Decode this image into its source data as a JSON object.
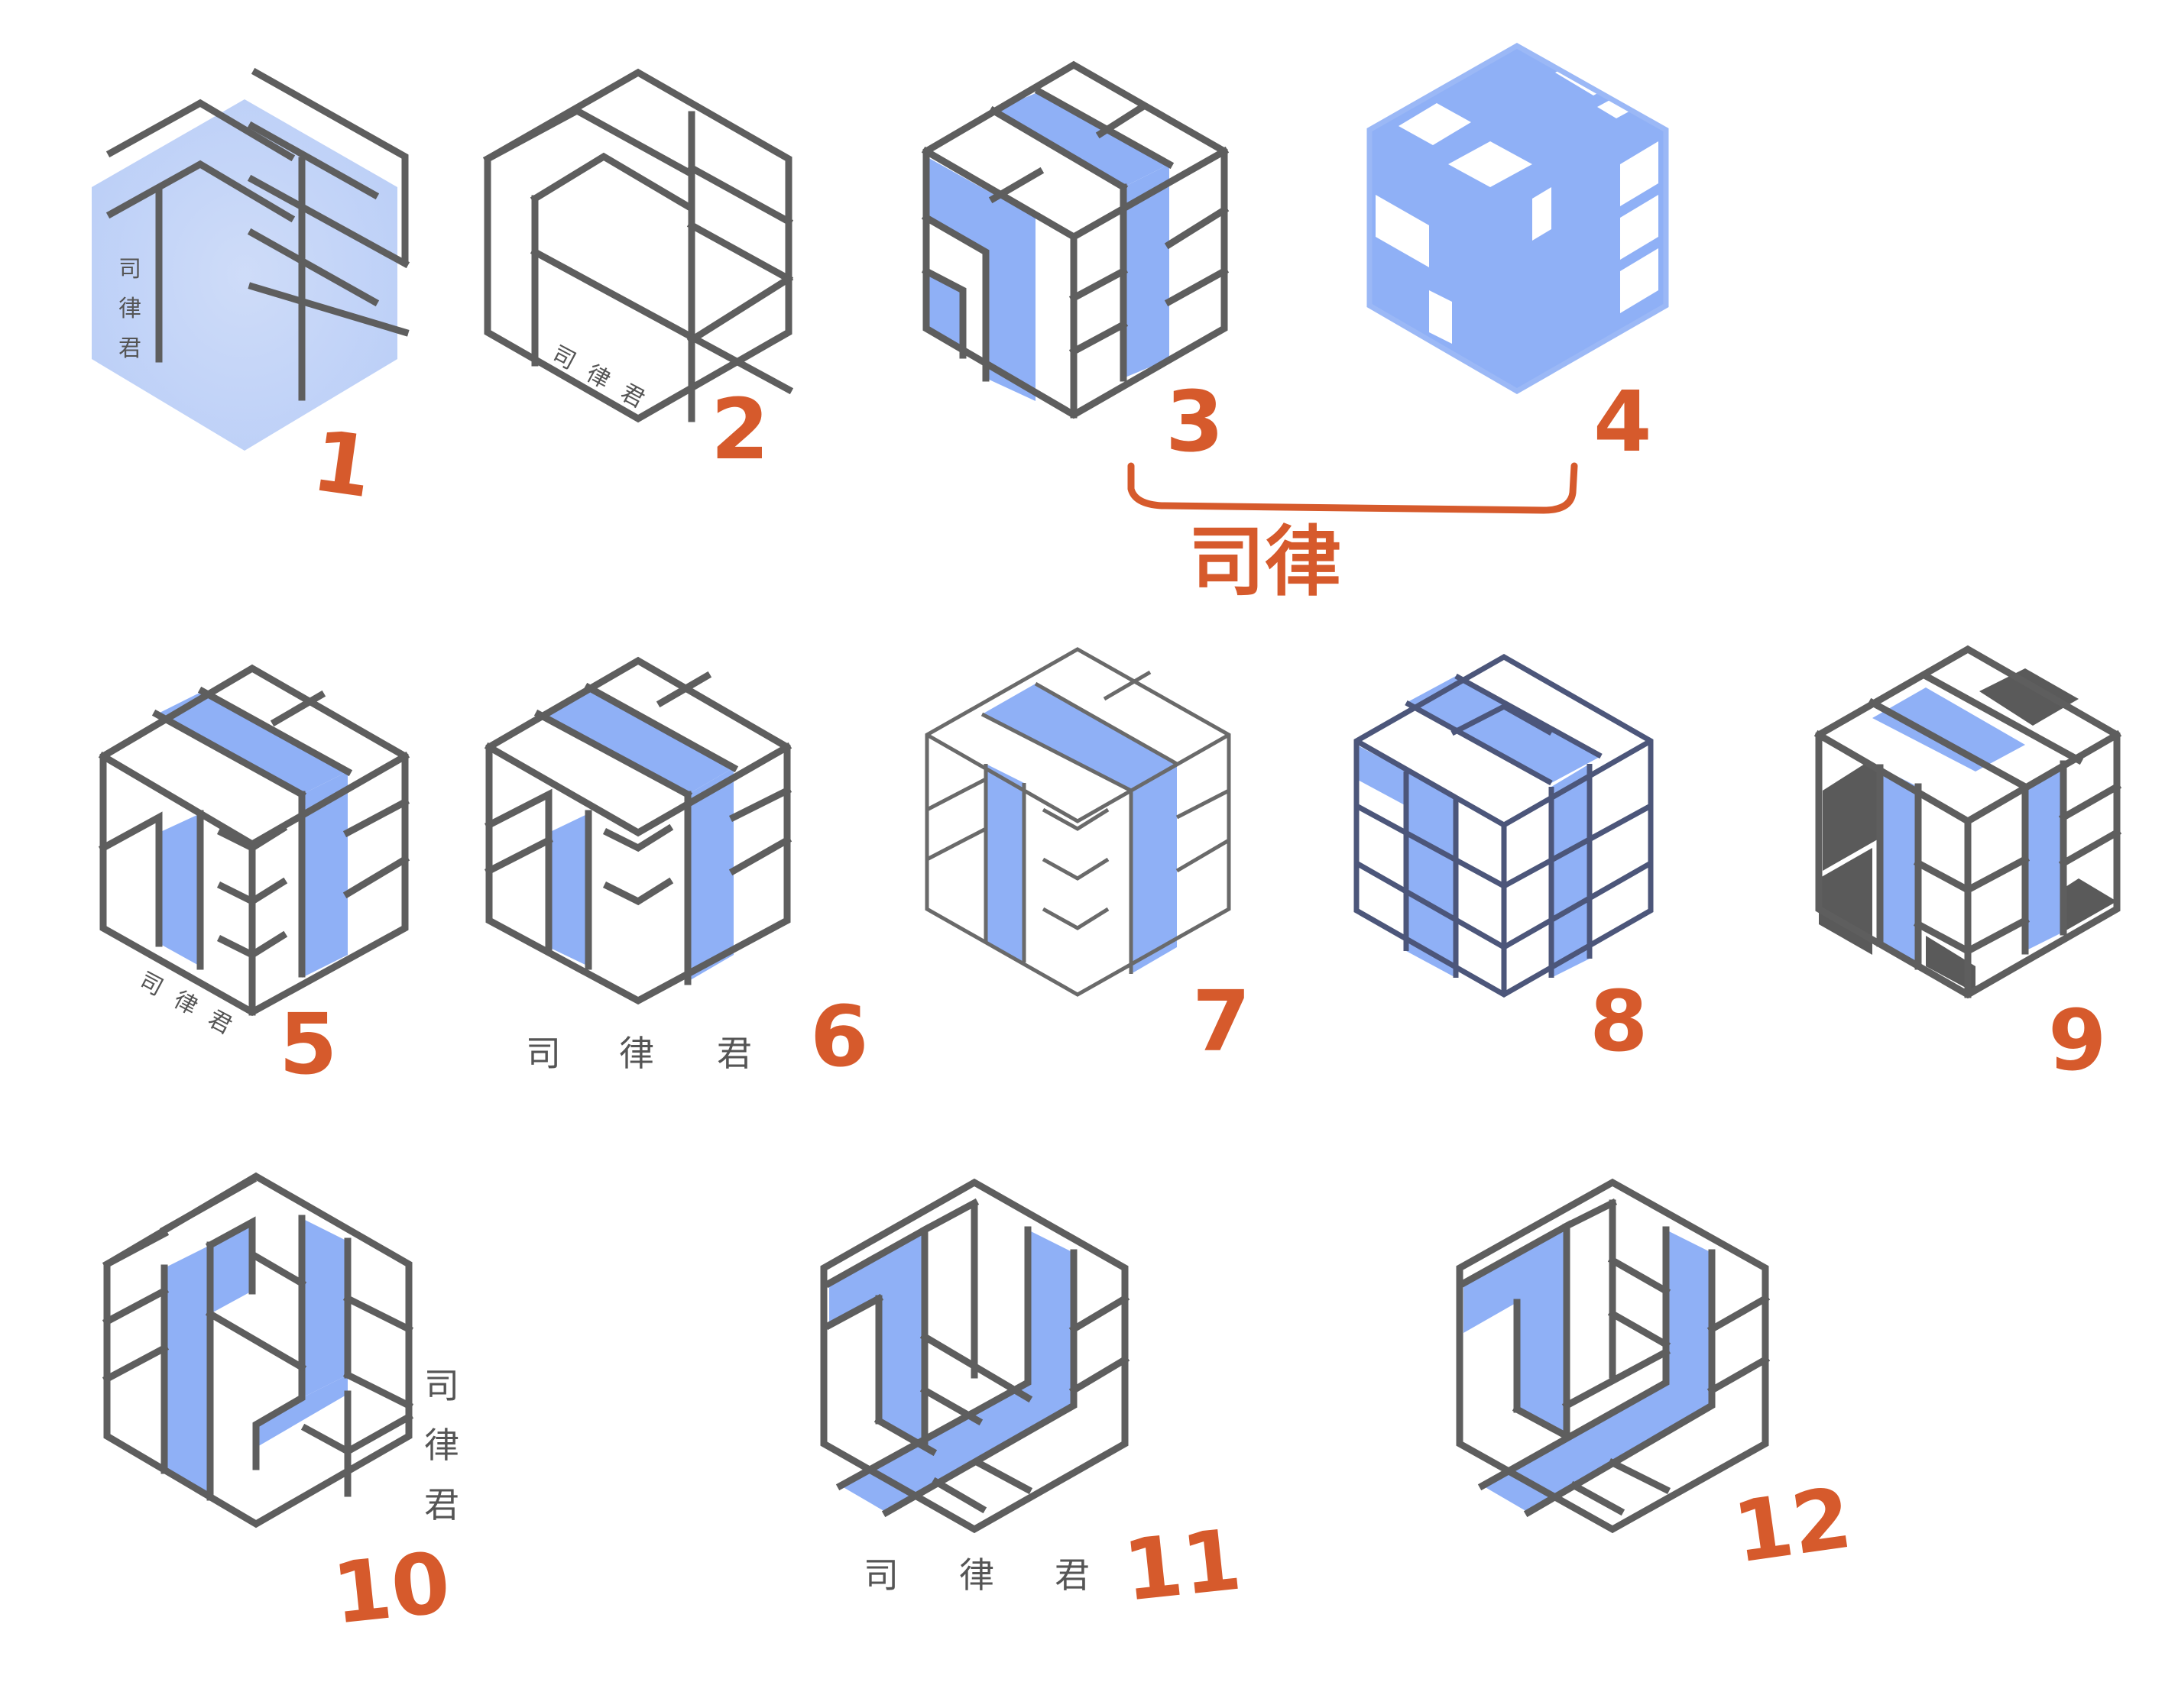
{
  "colors": {
    "stroke": "#5e5e5e",
    "accent_blue": "#8fb0f6",
    "dark_fill": "#5a5a5a",
    "annotation": "#d65a2c"
  },
  "wordmark": {
    "char1": "司",
    "char2": "律",
    "char3": "君"
  },
  "bracket_label": "司律",
  "variants": [
    {
      "number": "1"
    },
    {
      "number": "2"
    },
    {
      "number": "3"
    },
    {
      "number": "4"
    },
    {
      "number": "5"
    },
    {
      "number": "6"
    },
    {
      "number": "7"
    },
    {
      "number": "8"
    },
    {
      "number": "9"
    },
    {
      "number": "10"
    },
    {
      "number": "11"
    },
    {
      "number": "12"
    }
  ]
}
